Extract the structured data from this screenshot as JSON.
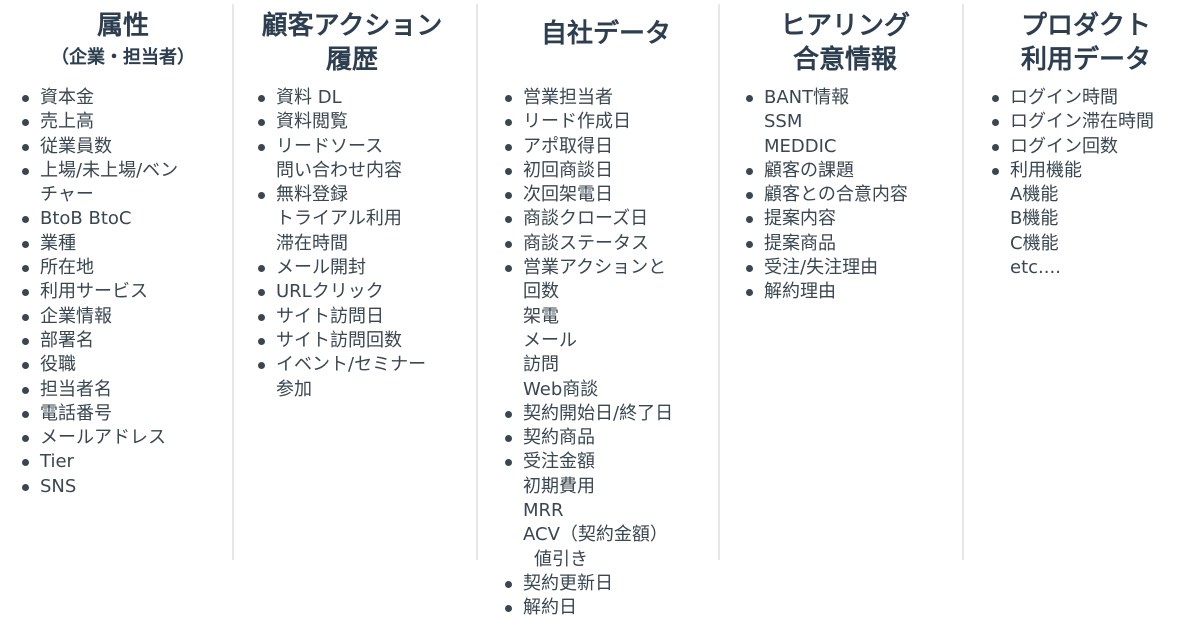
{
  "columns": [
    {
      "title": [
        "属性"
      ],
      "subtitle": "（企業・担当者）",
      "items": [
        {
          "lines": [
            "資本金"
          ]
        },
        {
          "lines": [
            "売上高"
          ]
        },
        {
          "lines": [
            "従業員数"
          ]
        },
        {
          "lines": [
            "上場/未上場/ベン",
            "チャー"
          ]
        },
        {
          "lines": [
            "BtoB BtoC"
          ]
        },
        {
          "lines": [
            "業種"
          ]
        },
        {
          "lines": [
            "所在地"
          ]
        },
        {
          "lines": [
            "利用サービス"
          ]
        },
        {
          "lines": [
            "企業情報"
          ]
        },
        {
          "lines": [
            "部署名"
          ]
        },
        {
          "lines": [
            "役職"
          ]
        },
        {
          "lines": [
            "担当者名"
          ]
        },
        {
          "lines": [
            "電話番号"
          ]
        },
        {
          "lines": [
            "メールアドレス"
          ]
        },
        {
          "lines": [
            "Tier"
          ]
        },
        {
          "lines": [
            "SNS"
          ]
        }
      ]
    },
    {
      "title": [
        "顧客アクション",
        "履歴"
      ],
      "subtitle": "",
      "items": [
        {
          "lines": [
            "資料 DL"
          ]
        },
        {
          "lines": [
            "資料閲覧"
          ]
        },
        {
          "lines": [
            "リードソース",
            "問い合わせ内容"
          ]
        },
        {
          "lines": [
            "無料登録",
            "トライアル利用",
            "滞在時間"
          ]
        },
        {
          "lines": [
            "メール開封"
          ]
        },
        {
          "lines": [
            "URLクリック"
          ]
        },
        {
          "lines": [
            "サイト訪問日"
          ]
        },
        {
          "lines": [
            "サイト訪問回数"
          ]
        },
        {
          "lines": [
            "イベント/セミナー",
            "参加"
          ]
        }
      ]
    },
    {
      "title": [
        "自社データ"
      ],
      "subtitle": "",
      "items": [
        {
          "lines": [
            "営業担当者"
          ]
        },
        {
          "lines": [
            "リード作成日"
          ]
        },
        {
          "lines": [
            "アポ取得日"
          ]
        },
        {
          "lines": [
            "初回商談日"
          ]
        },
        {
          "lines": [
            "次回架電日"
          ]
        },
        {
          "lines": [
            "商談クローズ日"
          ]
        },
        {
          "lines": [
            "商談ステータス"
          ]
        },
        {
          "lines": [
            "営業アクションと",
            "回数",
            "架電",
            "メール",
            "訪問",
            "Web商談"
          ]
        },
        {
          "lines": [
            "契約開始日/終了日"
          ]
        },
        {
          "lines": [
            "契約商品"
          ]
        },
        {
          "lines": [
            "受注金額",
            "初期費用",
            "MRR",
            "ACV（契約金額）",
            "値引き"
          ],
          "indent_last": true
        },
        {
          "lines": [
            "契約更新日"
          ]
        },
        {
          "lines": [
            "解約日"
          ]
        }
      ]
    },
    {
      "title": [
        "ヒアリング",
        "合意情報"
      ],
      "subtitle": "",
      "items": [
        {
          "lines": [
            "BANT情報",
            "SSM",
            "MEDDIC"
          ]
        },
        {
          "lines": [
            "顧客の課題"
          ]
        },
        {
          "lines": [
            "顧客との合意内容"
          ]
        },
        {
          "lines": [
            "提案内容"
          ]
        },
        {
          "lines": [
            "提案商品"
          ]
        },
        {
          "lines": [
            "受注/失注理由"
          ]
        },
        {
          "lines": [
            "解約理由"
          ]
        }
      ]
    },
    {
      "title": [
        "プロダクト",
        "利用データ"
      ],
      "subtitle": "",
      "items": [
        {
          "lines": [
            "ログイン時間"
          ]
        },
        {
          "lines": [
            "ログイン滞在時間"
          ]
        },
        {
          "lines": [
            "ログイン回数"
          ]
        },
        {
          "lines": [
            "利用機能",
            "A機能",
            "B機能",
            "C機能",
            "etc...."
          ]
        }
      ]
    }
  ]
}
